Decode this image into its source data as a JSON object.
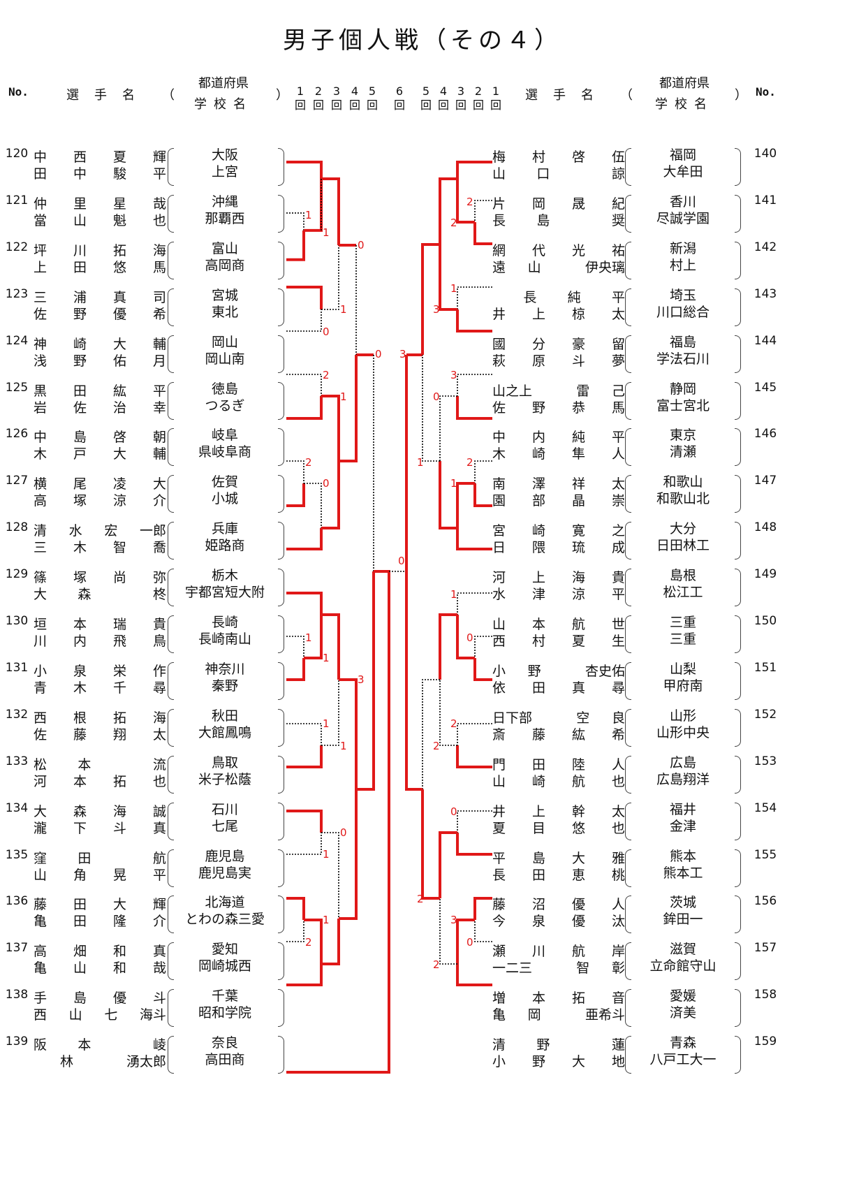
{
  "title": "男子個人戦（その４）",
  "header": {
    "no": "No.",
    "player_name": "選手名",
    "open_paren": "（",
    "close_paren": "）",
    "pref": "都道府県",
    "school": "学校名",
    "rounds_left": [
      "1回",
      "2回",
      "3回",
      "4回",
      "5回",
      "6回"
    ],
    "rounds_right": [
      "5回",
      "4回",
      "3回",
      "2回",
      "1回"
    ]
  },
  "colors": {
    "winner_line": "#e01818",
    "score": "#e01818",
    "dotted": "#000000"
  },
  "left_entries": [
    {
      "no": "120",
      "p1": [
        "中",
        "西",
        "夏",
        "輝"
      ],
      "p2": [
        "田",
        "中",
        "駿",
        "平"
      ],
      "pref": "大阪",
      "school": "上宮"
    },
    {
      "no": "121",
      "p1": [
        "仲",
        "里",
        "星",
        "哉"
      ],
      "p2": [
        "當",
        "山",
        "魁",
        "也"
      ],
      "pref": "沖縄",
      "school": "那覇西"
    },
    {
      "no": "122",
      "p1": [
        "坪",
        "川",
        "拓",
        "海"
      ],
      "p2": [
        "上",
        "田",
        "悠",
        "馬"
      ],
      "pref": "富山",
      "school": "高岡商"
    },
    {
      "no": "123",
      "p1": [
        "三",
        "浦",
        "真",
        "司"
      ],
      "p2": [
        "佐",
        "野",
        "優",
        "希"
      ],
      "pref": "宮城",
      "school": "東北"
    },
    {
      "no": "124",
      "p1": [
        "神",
        "崎",
        "大",
        "輔"
      ],
      "p2": [
        "浅",
        "野",
        "佑",
        "月"
      ],
      "pref": "岡山",
      "school": "岡山南"
    },
    {
      "no": "125",
      "p1": [
        "黒",
        "田",
        "紘",
        "平"
      ],
      "p2": [
        "岩",
        "佐",
        "治",
        "幸"
      ],
      "pref": "徳島",
      "school": "つるぎ"
    },
    {
      "no": "126",
      "p1": [
        "中",
        "島",
        "啓",
        "朝"
      ],
      "p2": [
        "木",
        "戸",
        "大",
        "輔"
      ],
      "pref": "岐阜",
      "school": "県岐阜商"
    },
    {
      "no": "127",
      "p1": [
        "横",
        "尾",
        "凌",
        "大"
      ],
      "p2": [
        "高",
        "塚",
        "涼",
        "介"
      ],
      "pref": "佐賀",
      "school": "小城"
    },
    {
      "no": "128",
      "p1": [
        "清",
        "水",
        "宏",
        "一郎"
      ],
      "p2": [
        "三",
        "木",
        "智",
        "喬"
      ],
      "pref": "兵庫",
      "school": "姫路商"
    },
    {
      "no": "129",
      "p1": [
        "篠",
        "塚",
        "尚",
        "弥"
      ],
      "p2": [
        "大",
        "森",
        "",
        "柊"
      ],
      "pref": "栃木",
      "school": "宇都宮短大附"
    },
    {
      "no": "130",
      "p1": [
        "垣",
        "本",
        "瑞",
        "貴"
      ],
      "p2": [
        "川",
        "内",
        "飛",
        "鳥"
      ],
      "pref": "長崎",
      "school": "長崎南山"
    },
    {
      "no": "131",
      "p1": [
        "小",
        "泉",
        "栄",
        "作"
      ],
      "p2": [
        "青",
        "木",
        "千",
        "尋"
      ],
      "pref": "神奈川",
      "school": "秦野"
    },
    {
      "no": "132",
      "p1": [
        "西",
        "根",
        "拓",
        "海"
      ],
      "p2": [
        "佐",
        "藤",
        "翔",
        "太"
      ],
      "pref": "秋田",
      "school": "大館鳳鳴"
    },
    {
      "no": "133",
      "p1": [
        "松",
        "本",
        "",
        "流"
      ],
      "p2": [
        "河",
        "本",
        "拓",
        "也"
      ],
      "pref": "鳥取",
      "school": "米子松蔭"
    },
    {
      "no": "134",
      "p1": [
        "大",
        "森",
        "海",
        "誠"
      ],
      "p2": [
        "瀧",
        "下",
        "斗",
        "真"
      ],
      "pref": "石川",
      "school": "七尾"
    },
    {
      "no": "135",
      "p1": [
        "窪",
        "田",
        "",
        "航"
      ],
      "p2": [
        "山",
        "角",
        "晃",
        "平"
      ],
      "pref": "鹿児島",
      "school": "鹿児島実"
    },
    {
      "no": "136",
      "p1": [
        "藤",
        "田",
        "大",
        "輝"
      ],
      "p2": [
        "亀",
        "田",
        "隆",
        "介"
      ],
      "pref": "北海道",
      "school": "とわの森三愛"
    },
    {
      "no": "137",
      "p1": [
        "高",
        "畑",
        "和",
        "真"
      ],
      "p2": [
        "亀",
        "山",
        "和",
        "哉"
      ],
      "pref": "愛知",
      "school": "岡崎城西"
    },
    {
      "no": "138",
      "p1": [
        "手",
        "島",
        "優",
        "斗"
      ],
      "p2": [
        "西",
        "山",
        "七",
        "海斗"
      ],
      "pref": "千葉",
      "school": "昭和学院"
    },
    {
      "no": "139",
      "p1": [
        "阪",
        "本",
        "",
        "崚"
      ],
      "p2": [
        "",
        "林",
        "",
        "湧太郎"
      ],
      "pref": "奈良",
      "school": "高田商"
    }
  ],
  "right_entries": [
    {
      "no": "140",
      "p1": [
        "梅",
        "村",
        "啓",
        "伍"
      ],
      "p2": [
        "山",
        "口",
        "",
        "諒"
      ],
      "pref": "福岡",
      "school": "大牟田"
    },
    {
      "no": "141",
      "p1": [
        "片",
        "岡",
        "晟",
        "紀"
      ],
      "p2": [
        "長",
        "島",
        "",
        "奨"
      ],
      "pref": "香川",
      "school": "尽誠学園"
    },
    {
      "no": "142",
      "p1": [
        "網",
        "代",
        "光",
        "祐"
      ],
      "p2": [
        "遠",
        "山",
        "",
        "伊央璃"
      ],
      "pref": "新潟",
      "school": "村上"
    },
    {
      "no": "143",
      "p1": [
        "",
        "長",
        "純",
        "平"
      ],
      "p2": [
        "井",
        "上",
        "椋",
        "太"
      ],
      "pref": "埼玉",
      "school": "川口総合"
    },
    {
      "no": "144",
      "p1": [
        "國",
        "分",
        "豪",
        "留"
      ],
      "p2": [
        "萩",
        "原",
        "斗",
        "夢"
      ],
      "pref": "福島",
      "school": "学法石川"
    },
    {
      "no": "145",
      "p1": [
        "山之上",
        "",
        "雷",
        "己"
      ],
      "p2": [
        "佐",
        "野",
        "恭",
        "馬"
      ],
      "pref": "静岡",
      "school": "富士宮北"
    },
    {
      "no": "146",
      "p1": [
        "中",
        "内",
        "純",
        "平"
      ],
      "p2": [
        "木",
        "崎",
        "隼",
        "人"
      ],
      "pref": "東京",
      "school": "清瀬"
    },
    {
      "no": "147",
      "p1": [
        "南",
        "澤",
        "祥",
        "太"
      ],
      "p2": [
        "園",
        "部",
        "晶",
        "崇"
      ],
      "pref": "和歌山",
      "school": "和歌山北"
    },
    {
      "no": "148",
      "p1": [
        "宮",
        "崎",
        "寛",
        "之"
      ],
      "p2": [
        "日",
        "隈",
        "琉",
        "成"
      ],
      "pref": "大分",
      "school": "日田林工"
    },
    {
      "no": "149",
      "p1": [
        "河",
        "上",
        "海",
        "貴"
      ],
      "p2": [
        "水",
        "津",
        "涼",
        "平"
      ],
      "pref": "島根",
      "school": "松江工"
    },
    {
      "no": "150",
      "p1": [
        "山",
        "本",
        "航",
        "世"
      ],
      "p2": [
        "西",
        "村",
        "夏",
        "生"
      ],
      "pref": "三重",
      "school": "三重"
    },
    {
      "no": "151",
      "p1": [
        "小",
        "野",
        "",
        "杏史佑"
      ],
      "p2": [
        "依",
        "田",
        "真",
        "尋"
      ],
      "pref": "山梨",
      "school": "甲府南"
    },
    {
      "no": "152",
      "p1": [
        "日下部",
        "",
        "空",
        "良"
      ],
      "p2": [
        "斎",
        "藤",
        "紘",
        "希"
      ],
      "pref": "山形",
      "school": "山形中央"
    },
    {
      "no": "153",
      "p1": [
        "門",
        "田",
        "陸",
        "人"
      ],
      "p2": [
        "山",
        "崎",
        "航",
        "也"
      ],
      "pref": "広島",
      "school": "広島翔洋"
    },
    {
      "no": "154",
      "p1": [
        "井",
        "上",
        "幹",
        "太"
      ],
      "p2": [
        "夏",
        "目",
        "悠",
        "也"
      ],
      "pref": "福井",
      "school": "金津"
    },
    {
      "no": "155",
      "p1": [
        "平",
        "島",
        "大",
        "雅"
      ],
      "p2": [
        "長",
        "田",
        "恵",
        "桃"
      ],
      "pref": "熊本",
      "school": "熊本工"
    },
    {
      "no": "156",
      "p1": [
        "藤",
        "沼",
        "優",
        "人"
      ],
      "p2": [
        "今",
        "泉",
        "優",
        "汰"
      ],
      "pref": "茨城",
      "school": "鉾田一"
    },
    {
      "no": "157",
      "p1": [
        "瀬",
        "川",
        "航",
        "岸"
      ],
      "p2": [
        "一二三",
        "",
        "智",
        "彰"
      ],
      "pref": "滋賀",
      "school": "立命館守山"
    },
    {
      "no": "158",
      "p1": [
        "増",
        "本",
        "拓",
        "音"
      ],
      "p2": [
        "亀",
        "岡",
        "",
        "亜希斗"
      ],
      "pref": "愛媛",
      "school": "済美"
    },
    {
      "no": "159",
      "p1": [
        "清",
        "野",
        "",
        "蓮"
      ],
      "p2": [
        "小",
        "野",
        "大",
        "地"
      ],
      "pref": "青森",
      "school": "八戸工大一"
    }
  ],
  "scores_left": [
    "0",
    "1",
    "1",
    "1",
    "0",
    "1",
    "0",
    "2",
    "1",
    "2",
    "0",
    "3",
    "1",
    "1",
    "1",
    "1",
    "0",
    "1",
    "1",
    "2",
    "0",
    "0"
  ],
  "scores_right": [
    "3",
    "2",
    "2",
    "1",
    "3",
    "3",
    "0",
    "1",
    "2",
    "1",
    "1",
    "0",
    "2",
    "2",
    "0",
    "3",
    "0",
    "2",
    "2",
    "0"
  ]
}
